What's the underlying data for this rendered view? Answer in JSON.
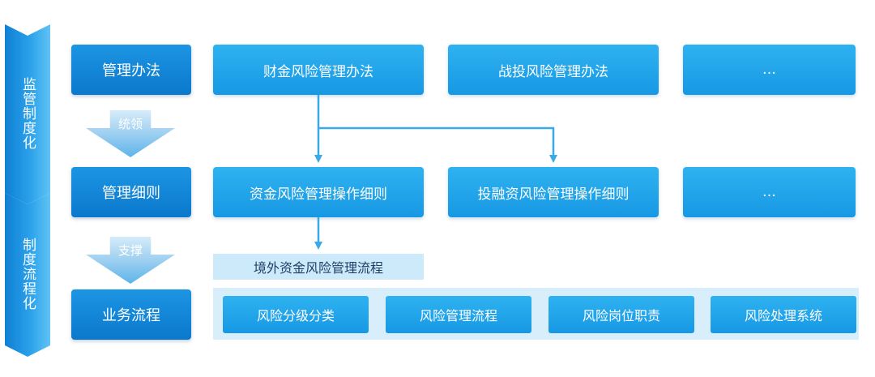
{
  "side": {
    "top_label": "监管制度化",
    "bottom_label": "制度流程化"
  },
  "levels": {
    "methods": "管理办法",
    "rules": "管理细则",
    "process": "业务流程"
  },
  "arrows": {
    "govern": "统领",
    "support": "支撑"
  },
  "methods_row": [
    "财金风险管理办法",
    "战投风险管理办法",
    "…"
  ],
  "rules_row": [
    "资金风险管理操作细则",
    "投融资风险管理操作细则",
    "…"
  ],
  "outer_process": "境外资金风险管理流程",
  "process_items": [
    "风险分级分类",
    "风险管理流程",
    "风险岗位职责",
    "风险处理系统"
  ],
  "colors": {
    "primary": "#1798e4",
    "dark": "#0b78cc",
    "light_panel": "#d8effb",
    "connector": "#3aa9e8"
  }
}
